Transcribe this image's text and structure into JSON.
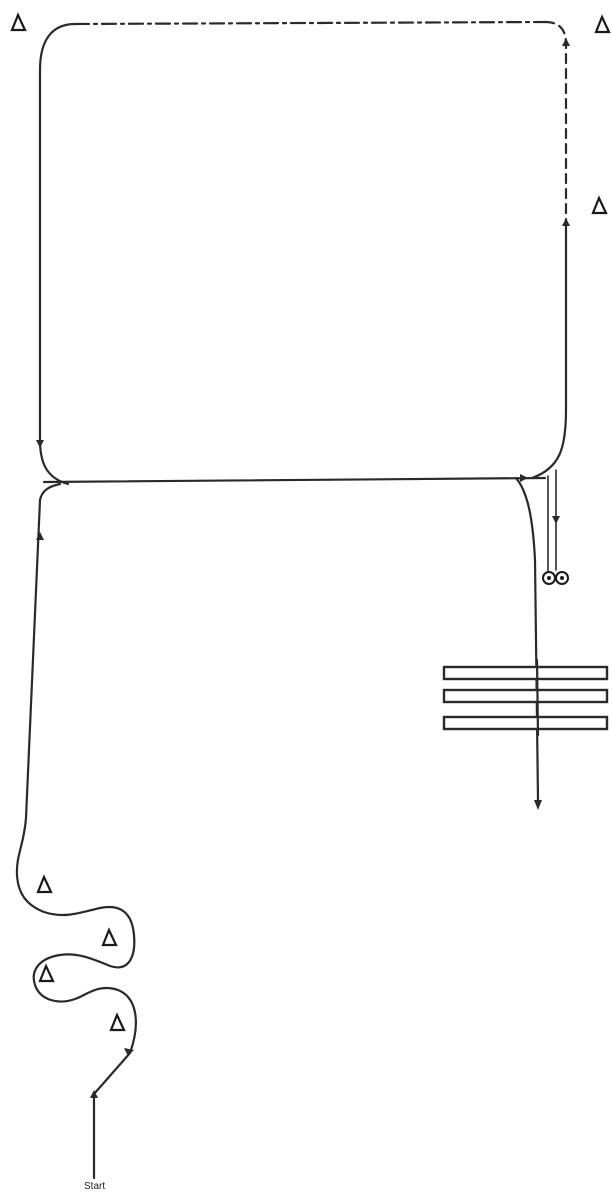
{
  "diagram": {
    "start_label": "Start",
    "colors": {
      "line": "#2a2a2a",
      "marker": "#1a1a1a",
      "background": "#ffffff"
    },
    "markers": {
      "cone_icon": "triangle-cone",
      "cone_count": 7,
      "ball_icon": "two-circles",
      "hurdle_icon": "horizontal-bars",
      "hurdle_count": 3
    },
    "line_styles": [
      "solid",
      "dash-dot",
      "dashed"
    ]
  }
}
